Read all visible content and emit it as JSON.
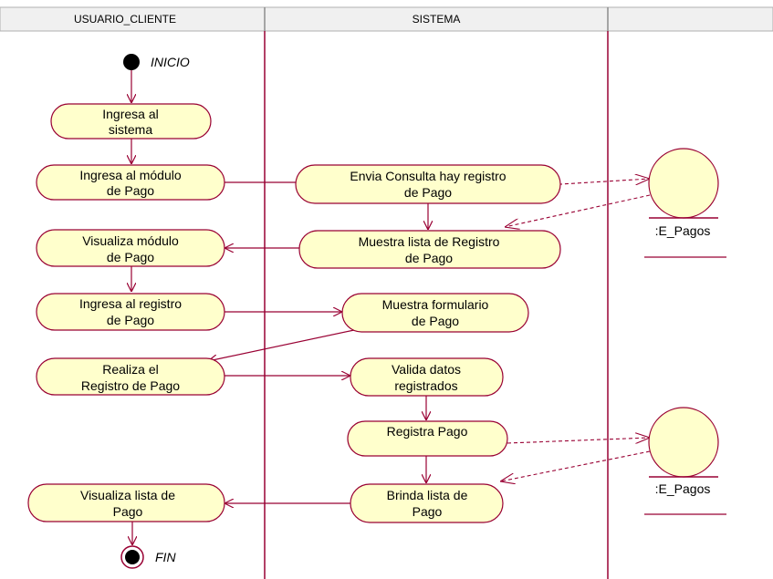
{
  "swimlanes": {
    "lane1": "USUARIO_CLIENTE",
    "lane2": "SISTEMA",
    "lane3": ""
  },
  "start_label": "INICIO",
  "end_label": "FIN",
  "activities": {
    "a1": [
      "Ingresa al",
      "sistema"
    ],
    "a2": [
      "Ingresa al módulo",
      "de Pago"
    ],
    "a3": [
      "Envia Consulta hay registro",
      "de Pago"
    ],
    "a4": [
      "Visualiza módulo",
      "de Pago"
    ],
    "a5": [
      "Muestra lista de Registro",
      "de Pago"
    ],
    "a6": [
      "Ingresa al registro",
      "de Pago"
    ],
    "a7": [
      "Muestra formulario",
      "de Pago"
    ],
    "a8": [
      "Realiza el",
      "Registro de Pago"
    ],
    "a9": [
      "Valida datos",
      "registrados"
    ],
    "a10": [
      "Registra Pago"
    ],
    "a11": [
      "Visualiza lista de",
      "Pago"
    ],
    "a12": [
      "Brinda lista de",
      "Pago"
    ]
  },
  "objects": {
    "o1": ":E_Pagos",
    "o2": ":E_Pagos"
  },
  "colors": {
    "activity_fill": "#ffffcc",
    "line": "#990033",
    "header_bg": "#f0f0f0"
  }
}
